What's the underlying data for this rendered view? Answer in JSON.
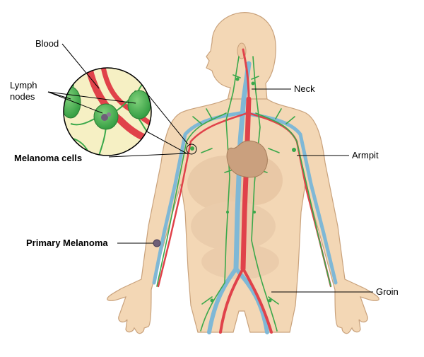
{
  "labels": {
    "blood": "Blood",
    "lymph_line1": "Lymph",
    "lymph_line2": "nodes",
    "melanoma_cells": "Melanoma cells",
    "primary_melanoma": "Primary Melanoma",
    "neck": "Neck",
    "armpit": "Armpit",
    "groin": "Groin"
  },
  "colors": {
    "skin": "#f3d7b5",
    "skin_outline": "#c9a27c",
    "vein": "#7fb8d6",
    "artery": "#e0424a",
    "lymph": "#3aa84a",
    "heart": "#caa07e",
    "melanoma": "#6e5f78",
    "inset_bg": "#f6f0c4"
  }
}
